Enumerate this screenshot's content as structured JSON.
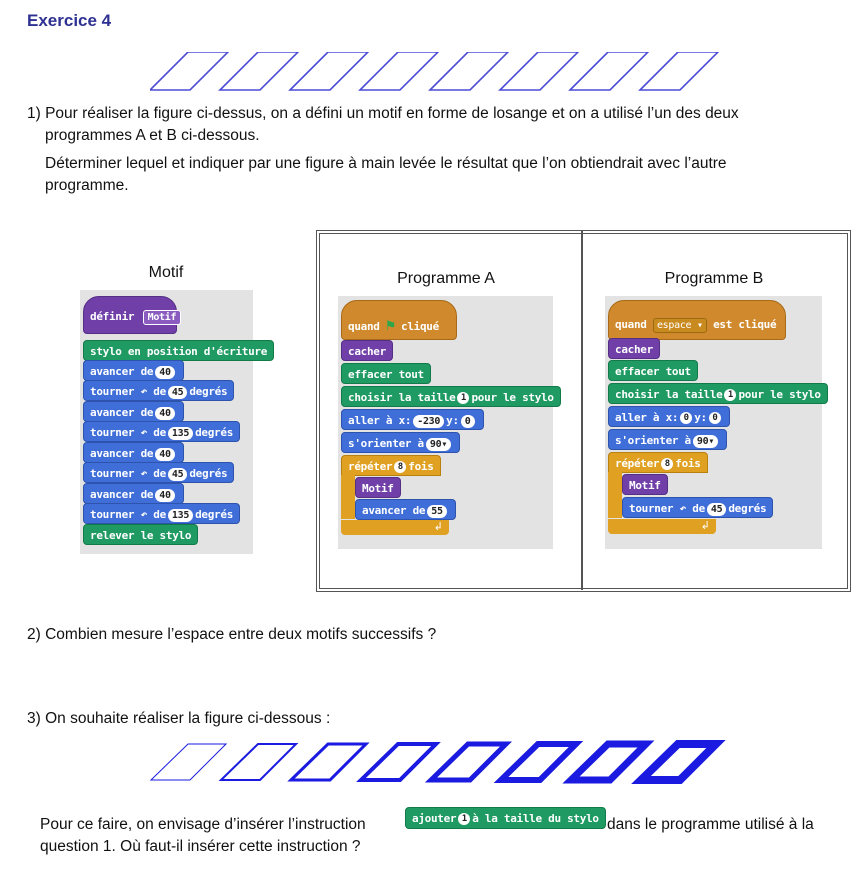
{
  "exercise": {
    "title": "Exercice 4",
    "q1_line1": "1) Pour réaliser la figure ci-dessus, on a défini un motif en forme de losange et on a utilisé l’un des deux",
    "q1_line2": "programmes A et B ci-dessous.",
    "q1_line3": "Déterminer lequel et indiquer par une figure à main levée le résultat que l’on obtiendrait avec l’autre",
    "q1_line4": "programme.",
    "q2": "2) Combien mesure l’espace entre deux motifs successifs ?",
    "q3": "3) On souhaite réaliser la figure ci-dessous :",
    "q3_line1_before": "Pour ce faire, on envisage d’insérer l’instruction",
    "q3_line1_after": "dans le programme utilisé à la",
    "q3_line2": "question 1. Où faut-il insérer cette instruction ?"
  },
  "motif": {
    "title": "Motif",
    "define": "définir",
    "define_name": "Motif",
    "pen_down": "stylo en position d'écriture",
    "move": "avancer de",
    "move_val": "40",
    "turn": "tourner",
    "de": "de",
    "degrees": "degrés",
    "turn1": "45",
    "turn2": "135",
    "pen_up": "relever le stylo"
  },
  "progA": {
    "title": "Programme A",
    "when": "quand",
    "clicked": "cliqué",
    "hide": "cacher",
    "clear": "effacer tout",
    "pen_size": "choisir la taille",
    "pen_size_val": "1",
    "pen_size_suffix": "pour le stylo",
    "goto": "aller à x:",
    "x": "-230",
    "y_label": "y:",
    "y": "0",
    "point": "s'orienter à",
    "dir": "90▾",
    "repeat": "répéter",
    "repeat_n": "8",
    "times": "fois",
    "call": "Motif",
    "move": "avancer de",
    "move_val": "55"
  },
  "progB": {
    "title": "Programme B",
    "when": "quand",
    "key": "espace",
    "clicked": "est cliqué",
    "hide": "cacher",
    "clear": "effacer tout",
    "pen_size": "choisir la taille",
    "pen_size_val": "1",
    "pen_size_suffix": "pour le stylo",
    "goto": "aller à x:",
    "x": "0",
    "y_label": "y:",
    "y": "0",
    "point": "s'orienter à",
    "dir": "90▾",
    "repeat": "répéter",
    "repeat_n": "8",
    "times": "fois",
    "call": "Motif",
    "turn": "tourner",
    "de": "de",
    "turn_val": "45",
    "degrees": "degrés"
  },
  "inline_block": {
    "add": "ajouter",
    "val": "1",
    "rest": "à la taille du stylo"
  }
}
